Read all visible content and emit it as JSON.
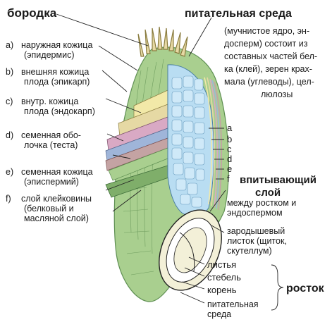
{
  "labels": {
    "beard": "бородка",
    "endosperm_title": "питательная среда",
    "endosperm_desc": [
      "(мучнистое ядро, эн-",
      "досперм) состоит из",
      "составных частей бел-",
      "ка (клей), зерен крах-",
      "мала (углеводы), цел-",
      "люлозы"
    ],
    "layers_left": [
      {
        "letter": "a)",
        "lines": [
          "наружная кожица",
          "(эпидермис)"
        ]
      },
      {
        "letter": "b)",
        "lines": [
          "внешняя кожица",
          "плода (эпикарп)"
        ]
      },
      {
        "letter": "c)",
        "lines": [
          "внутр. кожица",
          "плода (эндокарп)"
        ]
      },
      {
        "letter": "d)",
        "lines": [
          "семенная обо-",
          "лочка (теста)"
        ]
      },
      {
        "letter": "e)",
        "lines": [
          "семенная кожица",
          "(эписпермий)"
        ]
      },
      {
        "letter": "f)",
        "lines": [
          "слой клейковины",
          "(белковый и",
          "масляной слой)"
        ]
      }
    ],
    "layers_right": [
      "a",
      "b",
      "c",
      "d",
      "e",
      "f"
    ],
    "absorbing_title": [
      "впитывающий",
      "слой"
    ],
    "absorbing_desc": [
      "между ростком и",
      "эндоспермом"
    ],
    "scutellum": [
      "зародышевый",
      "листок (щиток,",
      "скутеллум)"
    ],
    "sprout_parts": [
      "листья",
      "стебель",
      "корень"
    ],
    "nutrient": [
      "питательная",
      "среда"
    ],
    "sprout": "росток"
  },
  "colors": {
    "seed_coat": "#a9cf8f",
    "seed_coat_dark": "#7fae6a",
    "endosperm": "#b9ddf2",
    "endosperm_cell": "#cfe9f8",
    "layer_a": "#f2e9a8",
    "layer_b": "#e6d9a4",
    "layer_c": "#d9a9c4",
    "layer_d": "#9fb5d9",
    "layer_e": "#c4a3a3",
    "embryo": "#f3f0d8"
  }
}
